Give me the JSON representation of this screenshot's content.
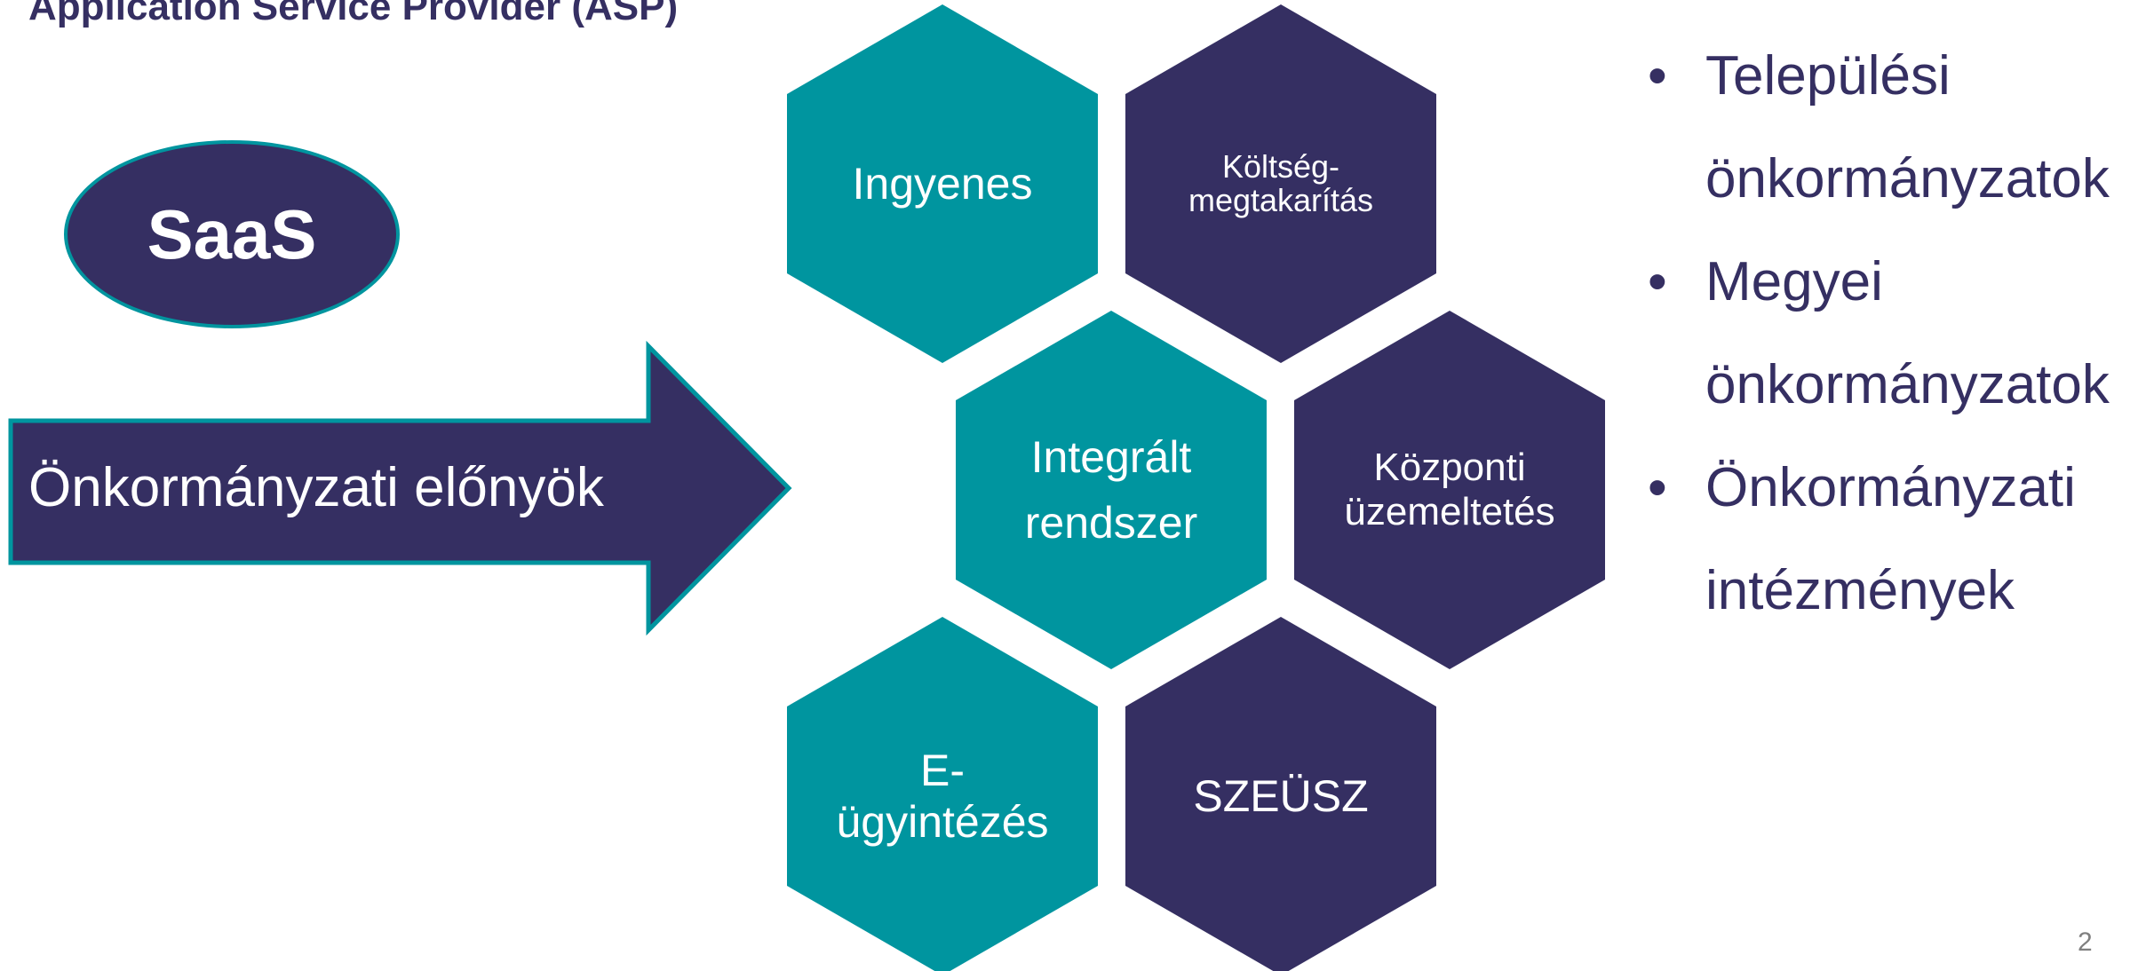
{
  "slide": {
    "heading": "Application Service Provider (ASP)",
    "saas_label": "SaaS",
    "arrow_label": "Önkormányzati előnyök",
    "hexagons": {
      "ingyenes": [
        "Ingyenes"
      ],
      "koltseg": [
        "Költség-",
        "megtakarítás"
      ],
      "integralt": [
        "Integrált",
        "rendszer"
      ],
      "kozponti": [
        "Központi",
        "üzemeltetés"
      ],
      "e_ugyintezes": [
        "E-",
        "ügyintézés"
      ],
      "szeusz": [
        "SZEÜSZ"
      ]
    },
    "bullet_symbol": "•",
    "bullets": [
      [
        "Települési",
        "önkormányzatok"
      ],
      [
        "Megyei",
        "önkormányzatok"
      ],
      [
        "Önkormányzati",
        "intézmények"
      ]
    ],
    "page_number": "2"
  },
  "colors": {
    "teal": "#00959f",
    "navy": "#352f62",
    "page_number_gray": "#7f7f7f"
  }
}
